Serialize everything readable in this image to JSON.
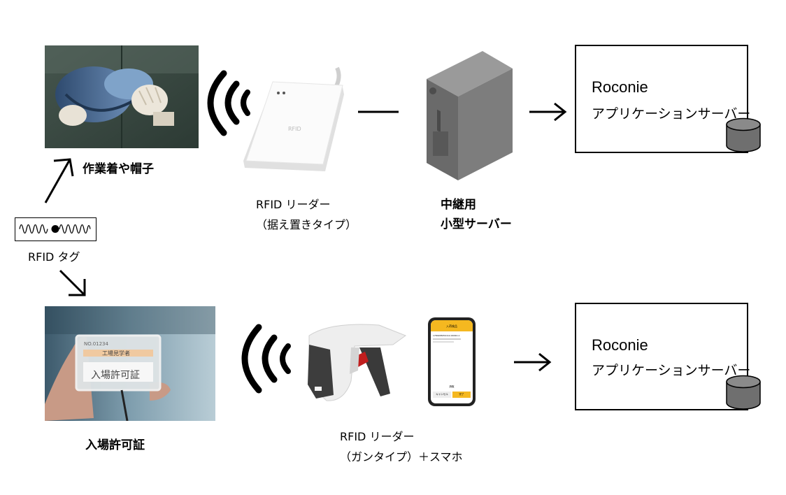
{
  "labels": {
    "workwear": "作業着や帽子",
    "tag": "RFID タグ",
    "badge": "入場許可証",
    "reader_desk_line1": "RFID リーダー",
    "reader_desk_line2": "（据え置きタイプ）",
    "relay_line1": "中継用",
    "relay_line2": "小型サーバー",
    "reader_gun_line1": "RFID リーダー",
    "reader_gun_line2": "（ガンタイプ）＋スマホ"
  },
  "servers": [
    {
      "name": "Roconie",
      "subtitle": "アプリケーションサーバー"
    },
    {
      "name": "Roconie",
      "subtitle": "アプリケーションサーバー"
    }
  ],
  "badge_card": {
    "id": "NO.01234",
    "visitor": "工場見学者",
    "title": "入場許可証"
  },
  "phone": {
    "header": "入荷検品",
    "line": "1784938254112-00010-1",
    "footer": "読取",
    "btn_left": "キャンセル",
    "btn_right": "完了"
  },
  "colors": {
    "accent": "#f5b820",
    "arrow": "#000000",
    "disk": "#6f6f6f"
  }
}
